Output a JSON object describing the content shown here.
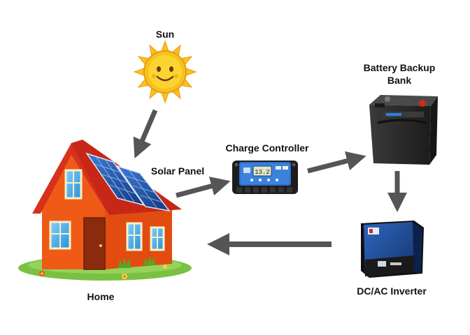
{
  "labels": {
    "sun": "Sun",
    "solar_panel": "Solar Panel",
    "charge_controller": "Charge Controller",
    "battery": "Battery Backup Bank",
    "inverter": "DC/AC Inverter",
    "home": "Home"
  },
  "controller_display": "13.2",
  "colors": {
    "arrow": "#555555",
    "sun": "#f7c21c",
    "house_wall": "#ef5a16",
    "roof": "#d7301b",
    "solar_panel": "#1a4fa0",
    "grass": "#7ac142",
    "battery": "#2d2d2d",
    "controller": "#2f6fc6",
    "inverter": "#1f4a8f"
  }
}
